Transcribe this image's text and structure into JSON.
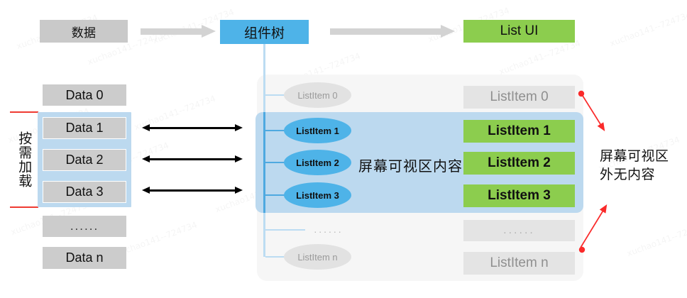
{
  "header": {
    "source_label": "数据",
    "tree_label": "组件树",
    "ui_label": "List UI",
    "arrow1": "gray-arrow-right",
    "arrow2": "gray-arrow-right"
  },
  "left_column": {
    "bracket_label": "按需加载",
    "bracket_color": "#ef3b32",
    "highlight_color": "#bcd9ef",
    "items": [
      {
        "label": "Data 0",
        "state": "outside"
      },
      {
        "label": "Data 1",
        "state": "loaded"
      },
      {
        "label": "Data 2",
        "state": "loaded"
      },
      {
        "label": "Data 3",
        "state": "loaded"
      },
      {
        "label": "......",
        "state": "outside"
      },
      {
        "label": "Data n",
        "state": "outside"
      }
    ]
  },
  "link_arrows": {
    "count": 3,
    "style": "double-headed",
    "color": "#000000"
  },
  "tree_column": {
    "panel_color": "#f6f6f6",
    "viewport_color": "#bcd9ef",
    "viewport_label": "屏幕可视区内容",
    "nodes": [
      {
        "label": "ListItem 0",
        "state": "off"
      },
      {
        "label": "ListItem 1",
        "state": "on"
      },
      {
        "label": "ListItem 2",
        "state": "on"
      },
      {
        "label": "ListItem 3",
        "state": "on"
      },
      {
        "label": "......",
        "state": "dots"
      },
      {
        "label": "ListItem n",
        "state": "off"
      }
    ]
  },
  "ui_column": {
    "items": [
      {
        "label": "ListItem 0",
        "state": "off"
      },
      {
        "label": "ListItem 1",
        "state": "on"
      },
      {
        "label": "ListItem 2",
        "state": "on"
      },
      {
        "label": "ListItem 3",
        "state": "on"
      },
      {
        "label": "......",
        "state": "dots"
      },
      {
        "label": "ListItem n",
        "state": "off"
      }
    ]
  },
  "annotation": {
    "note_line1": "屏幕可视区",
    "note_line2": "外无内容",
    "arrow_color": "#fa2a2a",
    "arrows": 2
  },
  "watermark": {
    "text": "xuchao141--724734"
  },
  "colors": {
    "blue_accent": "#4eb3e8",
    "green_accent": "#8ccd4e",
    "gray_box": "#c9c9c9",
    "highlight_blue": "#bcd9ef",
    "panel_gray": "#f6f6f6",
    "red": "#ef3b32"
  }
}
